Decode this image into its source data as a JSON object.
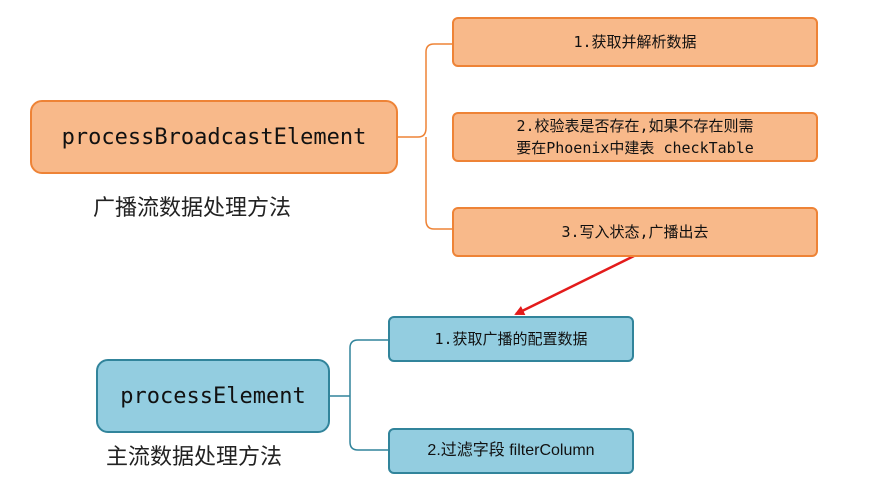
{
  "top_group": {
    "main_label": "processBroadcastElement",
    "caption": "广播流数据处理方法",
    "steps": [
      {
        "line1": "1.获取并解析数据",
        "line2": ""
      },
      {
        "line1": "2.校验表是否存在,如果不存在则需",
        "line2": "要在Phoenix中建表 checkTable"
      },
      {
        "line1": "3.写入状态,广播出去",
        "line2": ""
      }
    ],
    "fill_color": "#f8b98a",
    "border_color": "#ee8336"
  },
  "bottom_group": {
    "main_label": "processElement",
    "caption": "主流数据处理方法",
    "steps": [
      {
        "line1": "1.获取广播的配置数据",
        "line2": ""
      },
      {
        "line1": "2.过滤字段 filterColumn",
        "line2": ""
      }
    ],
    "fill_color": "#93cde0",
    "border_color": "#31849b"
  },
  "arrow_color": "#e31b1b"
}
